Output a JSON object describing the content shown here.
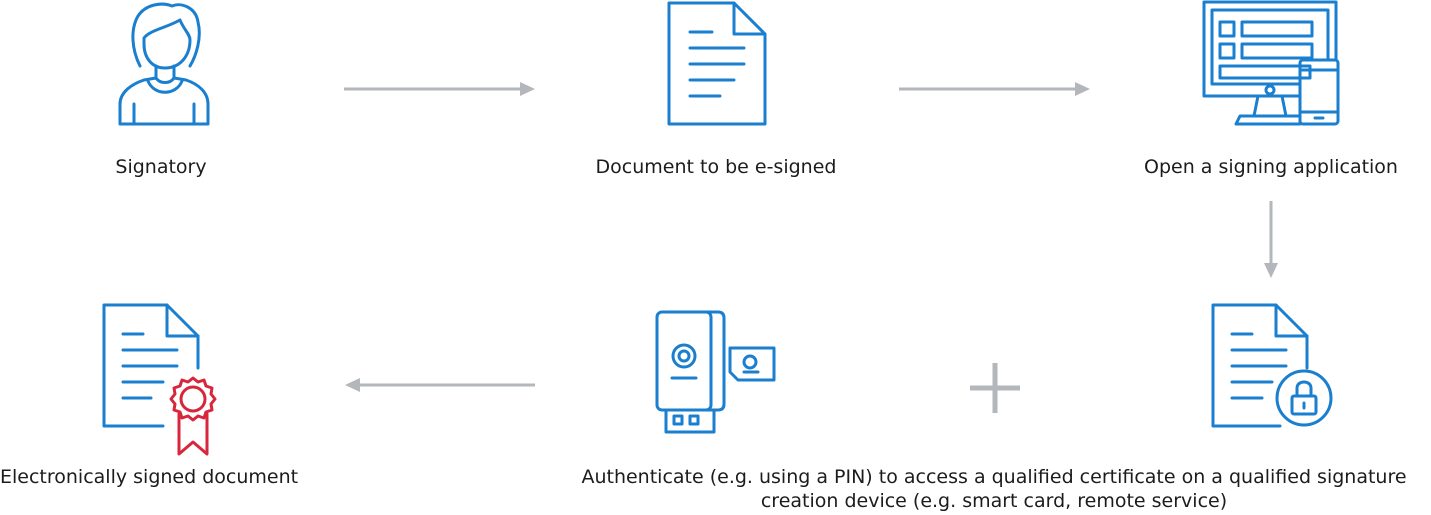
{
  "steps": {
    "signatory": "Signatory",
    "document": "Document to be e-signed",
    "application": "Open  a signing application",
    "auth_line1": "Authenticate (e.g. using a PIN) to access a qualified certificate on a qualified signature",
    "auth_line2": "creation device (e.g. smart card, remote service)",
    "signed": "Electronically signed document"
  },
  "colors": {
    "icon_blue": "#1a7fcf",
    "arrow_grey": "#b3b6ba",
    "seal_red": "#d8263c"
  },
  "icons": [
    "person-icon",
    "document-icon",
    "computer-icon",
    "usb-token-icon",
    "locked-document-icon",
    "certified-document-icon",
    "plus-icon"
  ]
}
